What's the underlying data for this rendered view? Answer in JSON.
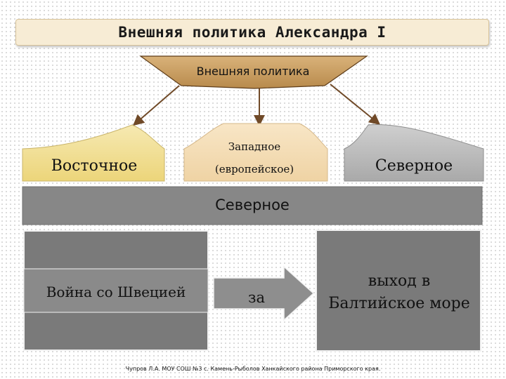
{
  "title": "Внешняя политика Александра I",
  "diagram": {
    "root": "Внешняя политика",
    "branches": {
      "east": "Восточное",
      "west_line1": "Западное",
      "west_line2": "(европейское)",
      "north": "Северное"
    },
    "band": "Северное",
    "war": "Война со Швецией",
    "for": "за",
    "goal_line1": "выход в",
    "goal_line2": "Балтийское море"
  },
  "footer": "Чупров Л.А. МОУ СОШ №3 с. Камень-Рыболов Ханкайского района Приморского края.",
  "colors": {
    "title_bg": "#f7ecd5",
    "root_fill": "#c69b5a",
    "east_fill": "#f1df8e",
    "west_fill": "#f3dbb3",
    "north_fill": "#b8b8b8",
    "band_fill": "#878787",
    "box_fill": "#7a7a7a",
    "arrow": "#704a28"
  }
}
